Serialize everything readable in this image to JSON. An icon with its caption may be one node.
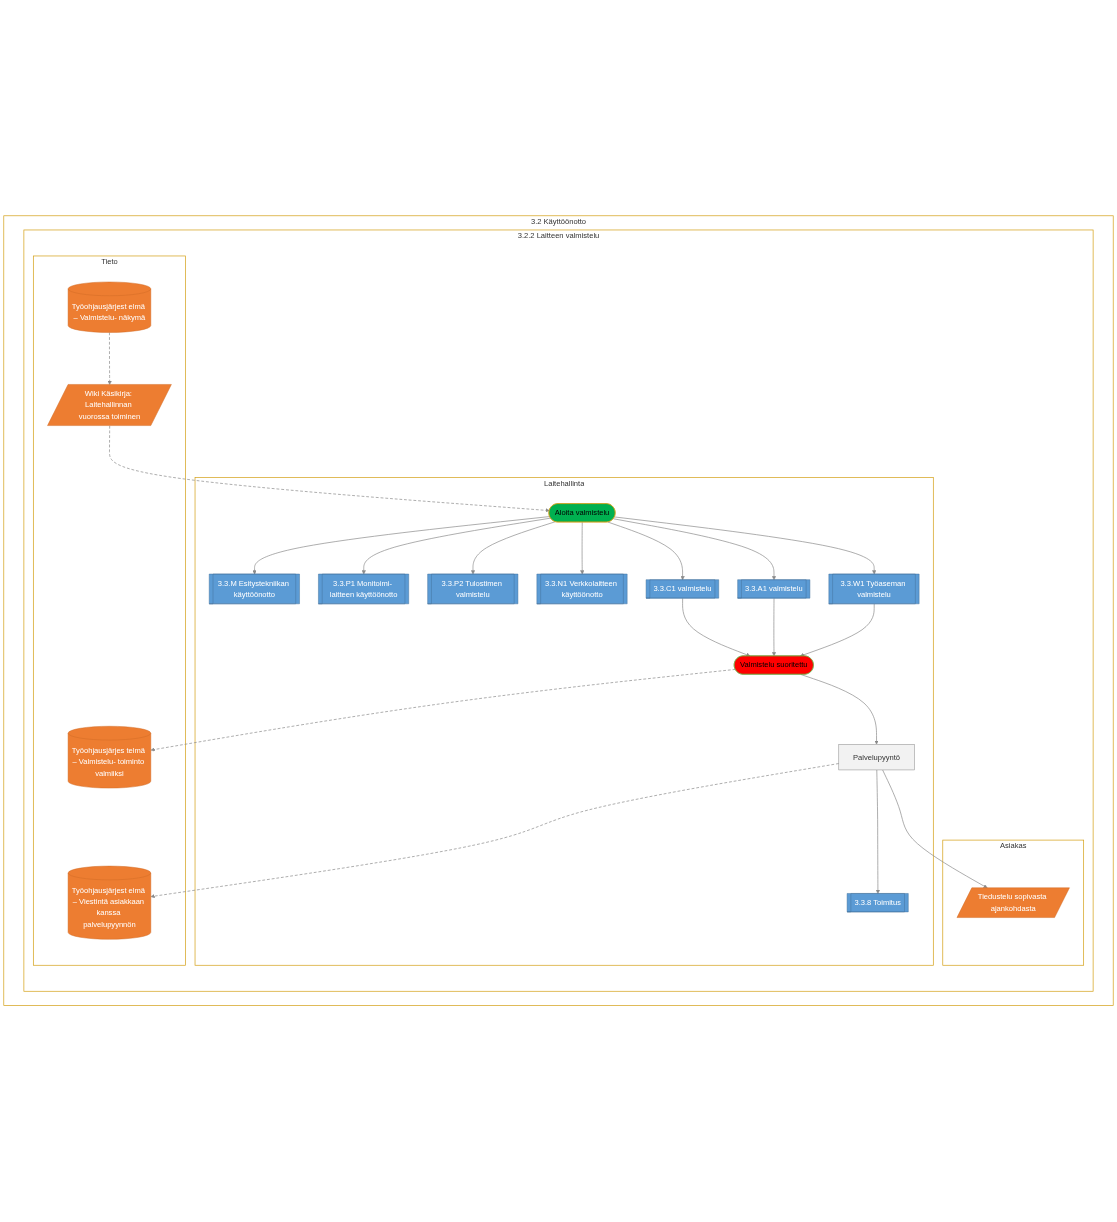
{
  "diagram": {
    "nodes": [
      {
        "text": [
          "3.2 Käyttöönotto"
        ]
      },
      {
        "text": [
          "3.2.2 Laitteen valmistelu"
        ],
        "in": 0
      },
      {
        "text": [
          "Tieto"
        ],
        "in": 1
      },
      {
        "text": [
          "Laitehallinta"
        ],
        "in": 1
      },
      {
        "text": [
          "Asiakas"
        ],
        "in": 1
      },
      {
        "text": [
          "Työohjausjärjest elmä – Valmistelu- näkymä"
        ],
        "in": 2
      },
      {
        "text": [
          "Wiki Käsikirja: Laitehallinnan vuorossa toiminen"
        ],
        "in": 2
      },
      {
        "text": [
          "Aloita valmistelu"
        ],
        "in": 3
      },
      {
        "text": [
          "3.3.M Esitystekniikan käyttöönotto"
        ],
        "in": 3
      },
      {
        "text": [
          "3.3.P1 Monitoimi- laitteen käyttöönotto"
        ],
        "in": 3
      },
      {
        "text": [
          "3.3.P2 Tulostimen valmistelu"
        ],
        "in": 3
      },
      {
        "text": [
          "3.3.N1 Verkkolaitteen käyttöönotto"
        ],
        "in": 3
      },
      {
        "text": [
          "3.3.C1 valmistelu"
        ],
        "in": 3
      },
      {
        "text": [
          "3.3.A1 valmistelu"
        ],
        "in": 3
      },
      {
        "text": [
          "3.3.W1 Työaseman valmistelu"
        ],
        "in": 3
      },
      {
        "text": [
          "Valmistelu suoritettu"
        ],
        "in": 3
      },
      {
        "text": [
          "Työohjausjärjes telmä – Valmistelu- toiminto valmiiksi"
        ],
        "in": 2
      },
      {
        "text": [
          "Palvelupyyntö"
        ],
        "in": 3
      },
      {
        "text": [
          "Työohjausjärjest elmä – Viestintä asiakkaan kanssa palvelupyynnön"
        ],
        "in": 2
      },
      {
        "text": [
          "Tiedustelu sopivasta ajankohdasta"
        ],
        "in": 4
      },
      {
        "text": [
          "3.3.8 Toimitus"
        ],
        "in": 3
      }
    ],
    "edges": [
      {
        "from": 5,
        "to": 6,
        "arrow": "to",
        "style": "dashed"
      },
      {
        "from": 6,
        "to": 7,
        "arrow": "to",
        "style": "dashed"
      },
      {
        "from": 7,
        "to": 8,
        "arrow": "to"
      },
      {
        "from": 7,
        "to": 9,
        "arrow": "to"
      },
      {
        "from": 7,
        "to": 10,
        "arrow": "to"
      },
      {
        "from": 7,
        "to": 11,
        "arrow": "to"
      },
      {
        "from": 7,
        "to": 12,
        "arrow": "to"
      },
      {
        "from": 7,
        "to": 13,
        "arrow": "to"
      },
      {
        "from": 7,
        "to": 14,
        "arrow": "to"
      },
      {
        "from": 12,
        "to": 15,
        "arrow": "to"
      },
      {
        "from": 13,
        "to": 15,
        "arrow": "to"
      },
      {
        "from": 14,
        "to": 15,
        "arrow": "to"
      },
      {
        "from": 15,
        "to": 16,
        "arrow": "to",
        "style": "dashed"
      },
      {
        "from": 15,
        "to": 17,
        "arrow": "to"
      },
      {
        "from": 17,
        "to": 18,
        "arrow": "to",
        "style": "dashed"
      },
      {
        "from": 17,
        "to": 19,
        "arrow": "to"
      },
      {
        "from": 17,
        "to": 20,
        "arrow": "to"
      }
    ]
  }
}
